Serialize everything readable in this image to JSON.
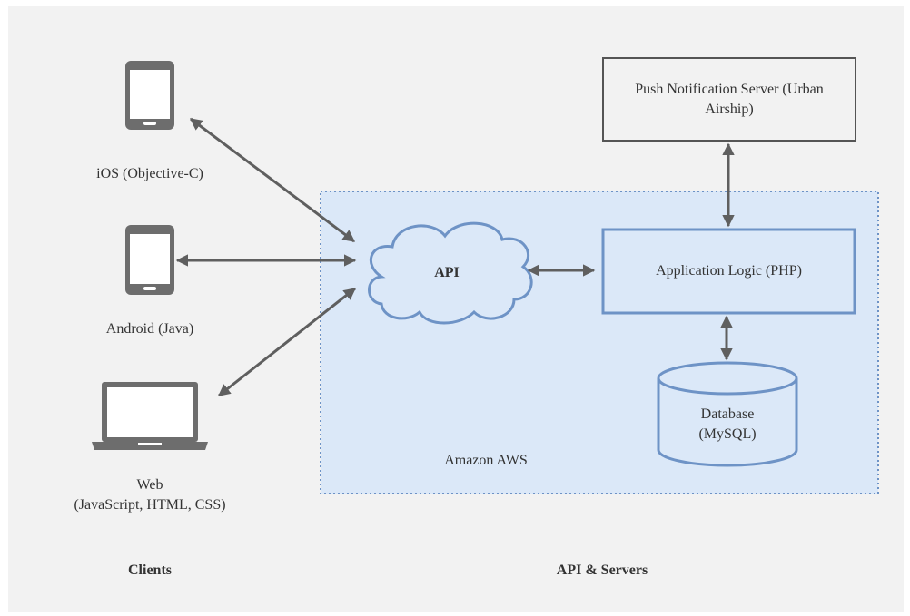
{
  "clients": {
    "ios": {
      "label": "iOS (Objective-C)",
      "icon": "smartphone-icon"
    },
    "android": {
      "label": "Android (Java)",
      "icon": "smartphone-icon"
    },
    "web": {
      "label_line1": "Web",
      "label_line2": "(JavaScript, HTML, CSS)",
      "icon": "laptop-icon"
    },
    "section_label": "Clients"
  },
  "servers": {
    "api": {
      "label": "API",
      "shape": "cloud"
    },
    "app_logic": {
      "label": "Application Logic (PHP)"
    },
    "push": {
      "label_line1": "Push Notification Server (Urban",
      "label_line2": "Airship)"
    },
    "database": {
      "label_line1": "Database",
      "label_line2": "(MySQL)",
      "shape": "cylinder"
    },
    "region_label": "Amazon AWS",
    "section_label": "API & Servers"
  },
  "colors": {
    "background": "#f2f2f2",
    "aws_fill": "#dbe8f8",
    "blue_stroke": "#6e93c6",
    "dark_stroke": "#555555",
    "arrow": "#5f5f5f",
    "text": "#333333"
  }
}
